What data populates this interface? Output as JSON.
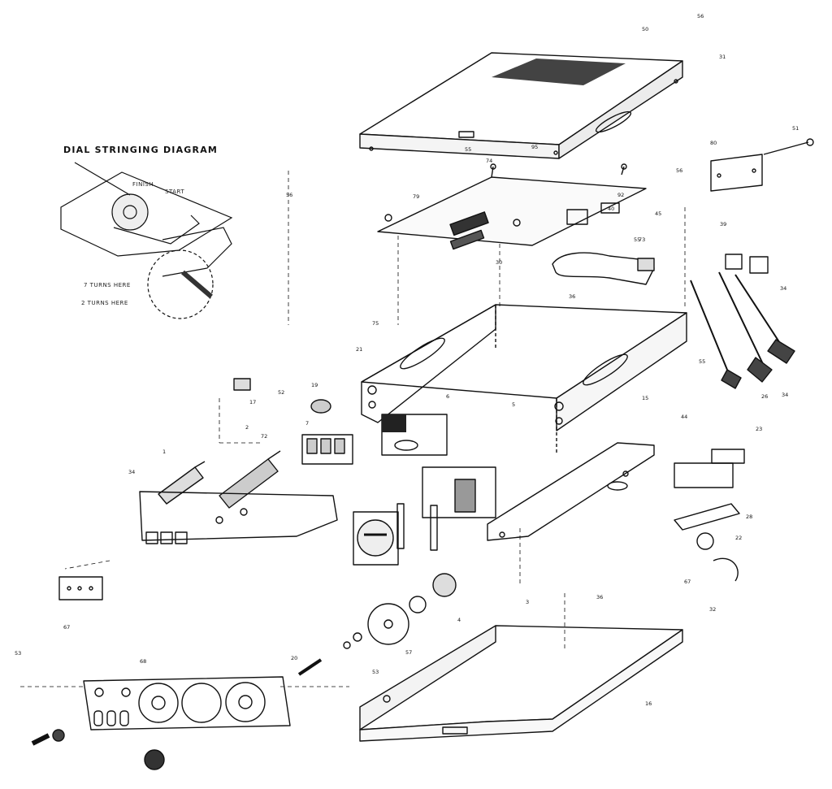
{
  "inset": {
    "title": "DIAL STRINGING DIAGRAM",
    "finish_label": "FINISH",
    "start_label": "START",
    "turns_7": "7 TURNS HERE",
    "turns_2": "2 TURNS HERE"
  },
  "callouts": [
    {
      "id": "c56a",
      "label": "56"
    },
    {
      "id": "c50",
      "label": "50"
    },
    {
      "id": "c31",
      "label": "31"
    },
    {
      "id": "c55a",
      "label": "55"
    },
    {
      "id": "c74",
      "label": "74"
    },
    {
      "id": "c95",
      "label": "95"
    },
    {
      "id": "c56b",
      "label": "56"
    },
    {
      "id": "c56c",
      "label": "56"
    },
    {
      "id": "c51",
      "label": "51"
    },
    {
      "id": "c80",
      "label": "80"
    },
    {
      "id": "c79",
      "label": "79"
    },
    {
      "id": "c92",
      "label": "92"
    },
    {
      "id": "c40",
      "label": "40"
    },
    {
      "id": "c45",
      "label": "45"
    },
    {
      "id": "c55b",
      "label": "55"
    },
    {
      "id": "c39",
      "label": "39"
    },
    {
      "id": "c34a",
      "label": "34"
    },
    {
      "id": "c73",
      "label": "73"
    },
    {
      "id": "c36a",
      "label": "36"
    },
    {
      "id": "c30",
      "label": "30"
    },
    {
      "id": "c75",
      "label": "75"
    },
    {
      "id": "c21",
      "label": "21"
    },
    {
      "id": "c55c",
      "label": "55"
    },
    {
      "id": "c26",
      "label": "26"
    },
    {
      "id": "c34b",
      "label": "34"
    },
    {
      "id": "c52",
      "label": "52"
    },
    {
      "id": "c19",
      "label": "19"
    },
    {
      "id": "c6",
      "label": "6"
    },
    {
      "id": "c5",
      "label": "5"
    },
    {
      "id": "c17",
      "label": "17"
    },
    {
      "id": "c7",
      "label": "7"
    },
    {
      "id": "c2",
      "label": "2"
    },
    {
      "id": "c72",
      "label": "72"
    },
    {
      "id": "c1",
      "label": "1"
    },
    {
      "id": "c15",
      "label": "15"
    },
    {
      "id": "c23",
      "label": "23"
    },
    {
      "id": "c44",
      "label": "44"
    },
    {
      "id": "c28",
      "label": "28"
    },
    {
      "id": "c22",
      "label": "22"
    },
    {
      "id": "c34c",
      "label": "34"
    },
    {
      "id": "c67a",
      "label": "67"
    },
    {
      "id": "c36b",
      "label": "36"
    },
    {
      "id": "c3",
      "label": "3"
    },
    {
      "id": "c32",
      "label": "32"
    },
    {
      "id": "c68",
      "label": "68"
    },
    {
      "id": "c53a",
      "label": "53"
    },
    {
      "id": "c53b",
      "label": "53"
    },
    {
      "id": "c20",
      "label": "20"
    },
    {
      "id": "c57",
      "label": "57"
    },
    {
      "id": "c4",
      "label": "4"
    },
    {
      "id": "c16",
      "label": "16"
    },
    {
      "id": "c67b",
      "label": "67"
    }
  ]
}
